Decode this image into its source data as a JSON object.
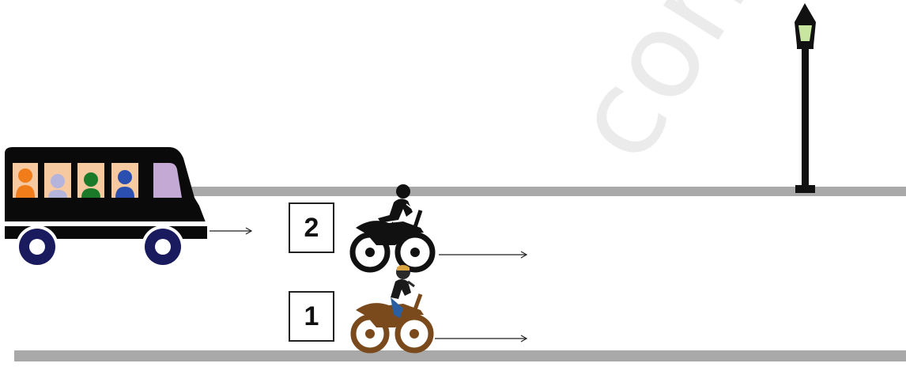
{
  "scene": {
    "labels": {
      "vehicle_2": "2",
      "vehicle_1": "1"
    },
    "watermark": "comlexa",
    "colors": {
      "road": "#a9a9a9",
      "bus_body": "#0a0a0a",
      "window": "#f7c9a0",
      "wheel": "#1a1a5e",
      "motorbike_2": "#111111",
      "motorbike_1": "#7a4a1c",
      "lamp": "#111111",
      "lamp_light": "#c9e6a0"
    },
    "icons": [
      "bus-icon",
      "motorbike-icon",
      "street-lamp-icon",
      "arrow-right-icon"
    ]
  }
}
